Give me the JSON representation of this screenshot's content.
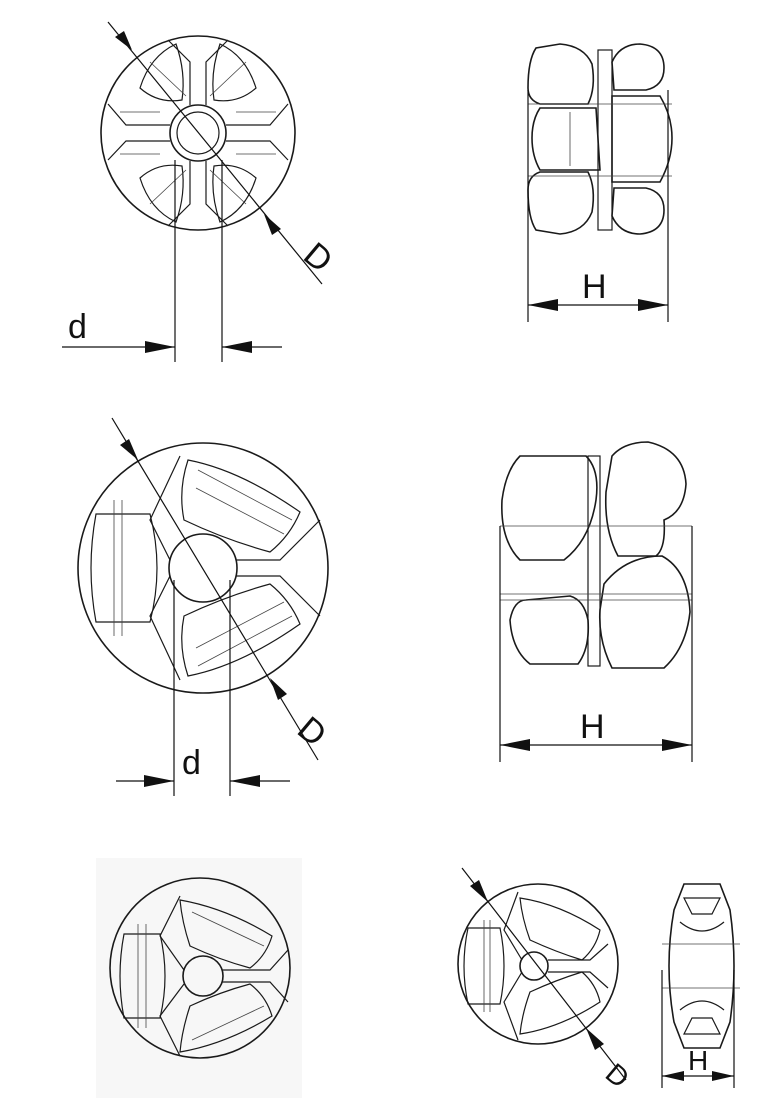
{
  "labels": {
    "D": "D",
    "d": "d",
    "H": "H"
  }
}
